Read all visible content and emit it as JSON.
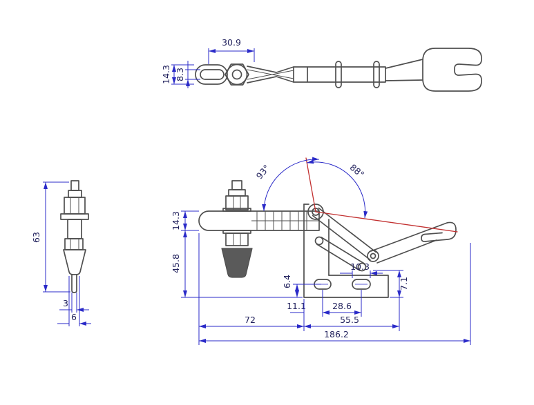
{
  "colors": {
    "outline": "#4f4f4f",
    "dimension": "#2a2ac8",
    "angle_ref": "#c23030",
    "text": "#23235e",
    "background": "#ffffff"
  },
  "views": {
    "top": {
      "dims": {
        "width": "30.9",
        "outer_height": "14.3",
        "inner_height": "8.3"
      }
    },
    "front": {
      "dims": {
        "height": "63",
        "stem": "3",
        "tip": "6"
      }
    },
    "side": {
      "dims": {
        "arm_height": "14.3",
        "body_height": "45.8",
        "hole_offset": "6.4",
        "hole_left": "11.1",
        "hole_pitch": "28.6",
        "slot_length": "10.3",
        "flange_height": "7.1",
        "arm_reach": "72",
        "base_span": "55.5",
        "overall_length": "186.2"
      },
      "angles": {
        "open": "93°",
        "sweep": "88°"
      }
    }
  }
}
